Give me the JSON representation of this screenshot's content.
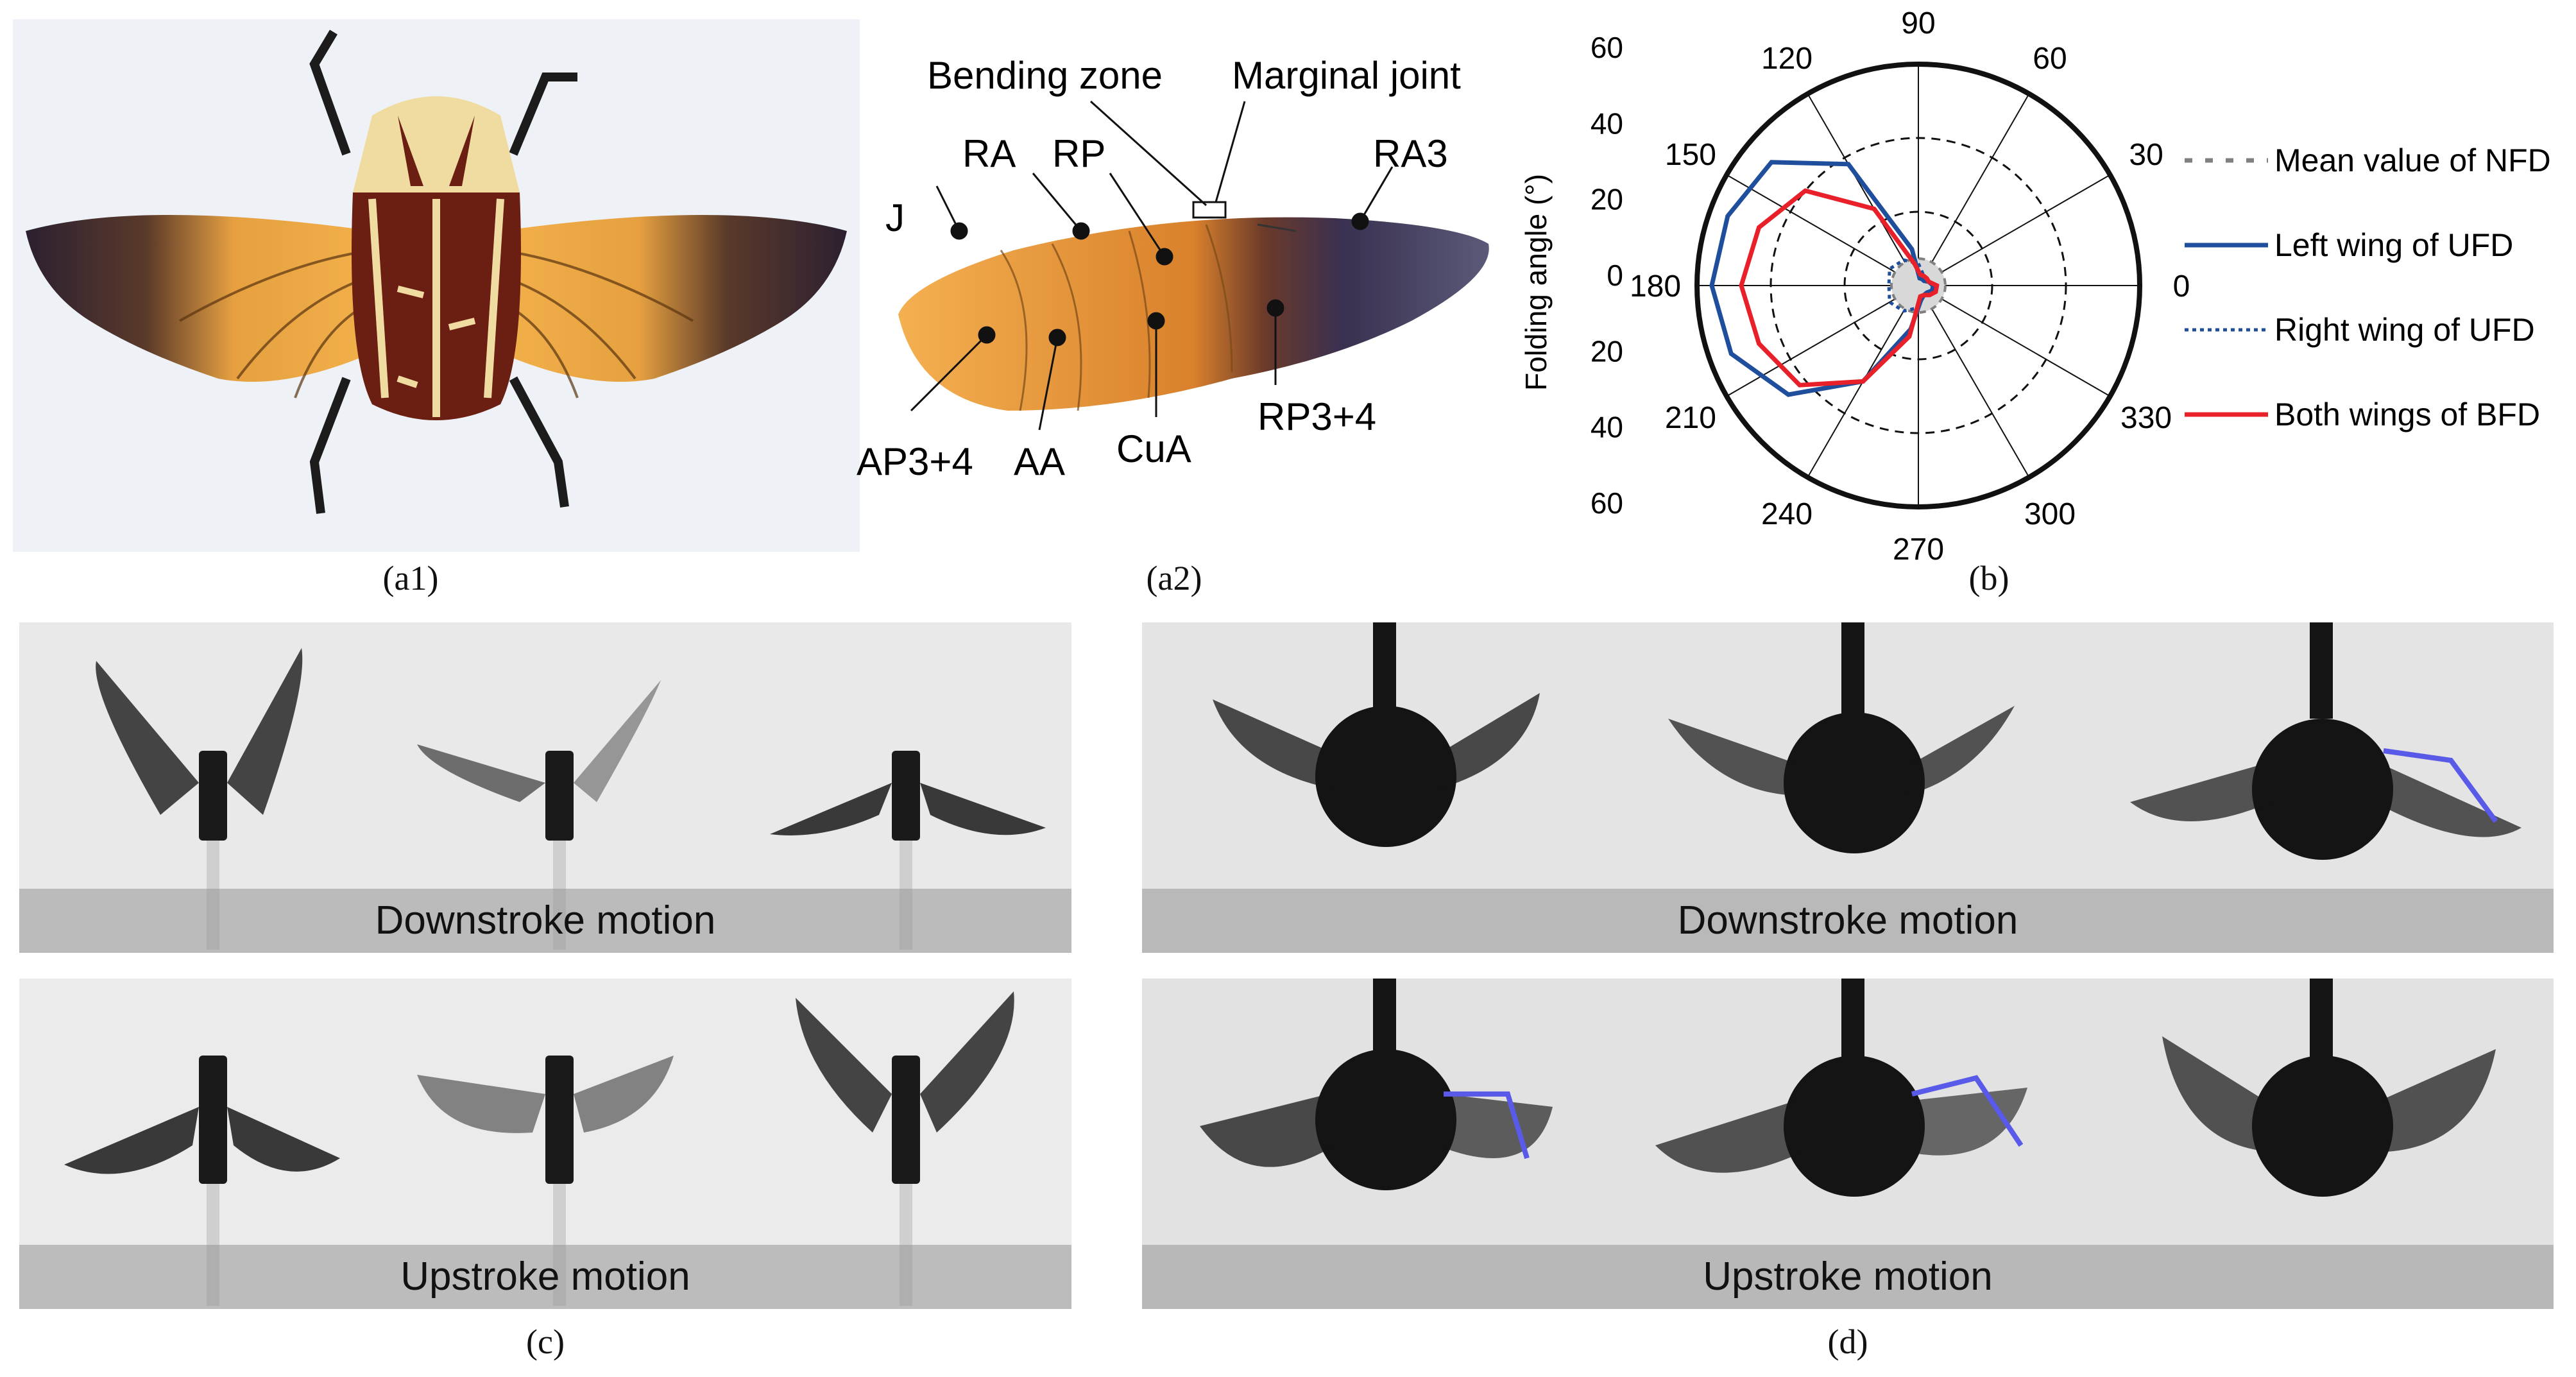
{
  "captions": {
    "a1": "(a1)",
    "a2": "(a2)",
    "b": "(b)",
    "c": "(c)",
    "d": "(d)"
  },
  "wing_labels": {
    "bending_zone": "Bending zone",
    "marginal_joint": "Marginal joint",
    "ra": "RA",
    "rp": "RP",
    "ra3": "RA3",
    "j": "J",
    "ap34": "AP3+4",
    "aa": "AA",
    "cua": "CuA",
    "rp34": "RP3+4"
  },
  "motion_labels": {
    "c_down": "Downstroke motion",
    "c_up": "Upstroke motion",
    "d_down": "Downstroke motion",
    "d_up": "Upstroke motion"
  },
  "chart_data": {
    "type": "polar",
    "ylabel": "Folding angle (°)",
    "radial_ticks": [
      "60",
      "40",
      "20",
      "0",
      "20",
      "40",
      "60"
    ],
    "angle_ticks": [
      "0",
      "30",
      "60",
      "90",
      "120",
      "150",
      "180",
      "210",
      "240",
      "270",
      "300",
      "330"
    ],
    "rlim": [
      0,
      60
    ],
    "grid": true,
    "legend_position": "right",
    "series": [
      {
        "name": "Mean value of NFD",
        "style": "dashed",
        "color": "#808080",
        "theta": [
          0,
          30,
          60,
          90,
          120,
          150,
          180,
          210,
          240,
          270,
          300,
          330
        ],
        "r": [
          0,
          0,
          0,
          0,
          0,
          0,
          0,
          0,
          0,
          0,
          0,
          0
        ]
      },
      {
        "name": "Left wing of UFD",
        "style": "solid",
        "color": "#1f4e9c",
        "theta": [
          0,
          20,
          40,
          60,
          80,
          100,
          120,
          140,
          160,
          180,
          200,
          220,
          240,
          260,
          280,
          300,
          320,
          340
        ],
        "r": [
          4,
          3,
          2,
          2,
          2,
          10,
          38,
          52,
          55,
          56,
          54,
          46,
          30,
          12,
          4,
          3,
          3,
          4
        ]
      },
      {
        "name": "Right wing of UFD",
        "style": "dotted",
        "color": "#1f4e9c",
        "theta": [
          0,
          30,
          60,
          90,
          120,
          150,
          180,
          210,
          240,
          270,
          300,
          330
        ],
        "r": [
          4,
          3,
          3,
          6,
          8,
          9,
          8,
          9,
          8,
          6,
          3,
          4
        ]
      },
      {
        "name": "Both wings of BFD",
        "style": "solid",
        "color": "#e8202a",
        "theta": [
          0,
          20,
          40,
          60,
          80,
          100,
          120,
          140,
          160,
          180,
          200,
          220,
          240,
          260,
          280,
          300,
          320,
          340
        ],
        "r": [
          5,
          3,
          3,
          3,
          3,
          6,
          24,
          40,
          46,
          48,
          46,
          42,
          30,
          14,
          3,
          3,
          4,
          5
        ]
      }
    ]
  },
  "colors": {
    "beetle_body": "#6b1e12",
    "beetle_stripe": "#f0dca0",
    "wing_amber": "#e8a03c",
    "wing_dark": "#3a2b3a",
    "series_blue": "#1f4e9c",
    "series_red": "#e8202a",
    "series_grey": "#808080"
  }
}
